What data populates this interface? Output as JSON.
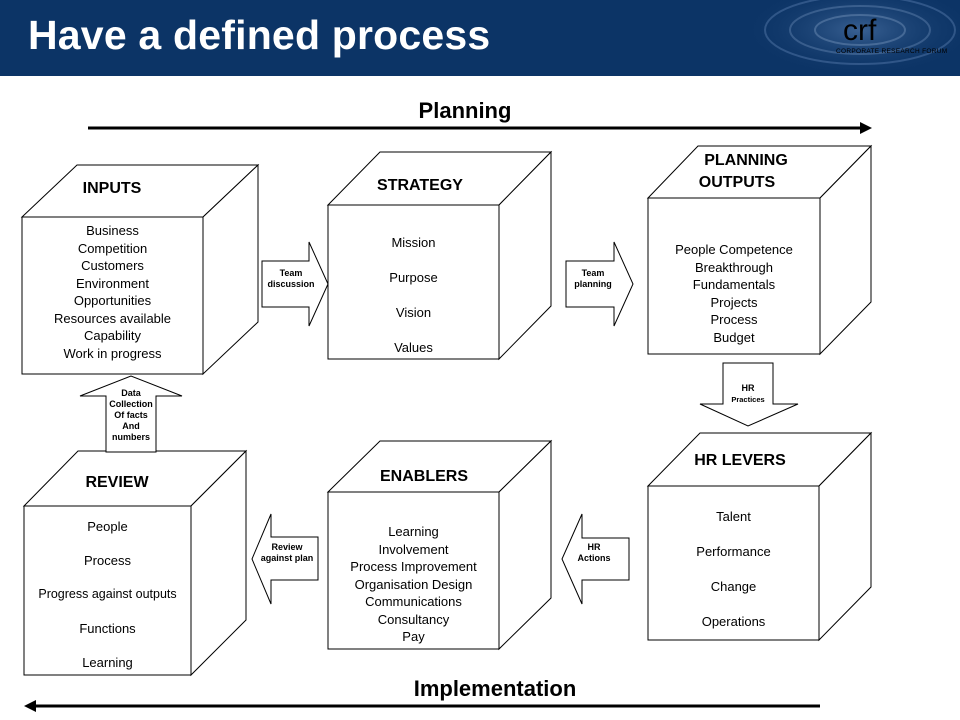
{
  "title": "Have a defined process",
  "logo": {
    "mark": "crf",
    "subtitle": "CORPORATE RESEARCH FORUM"
  },
  "planning_label": "Planning",
  "implementation_label": "Implementation",
  "boxes": {
    "inputs": {
      "title": "INPUTS",
      "items": [
        "Business",
        "Competition",
        "Customers",
        "Environment",
        "Opportunities",
        "Resources available",
        "Capability",
        "Work in progress"
      ]
    },
    "strategy": {
      "title": "STRATEGY",
      "items": [
        "Mission",
        "Purpose",
        "Vision",
        "Values"
      ]
    },
    "planning_outputs": {
      "title_line1": "PLANNING",
      "title_line2": "OUTPUTS",
      "items": [
        "People Competence",
        "Breakthrough",
        "Fundamentals",
        "Projects",
        "Process",
        "Budget"
      ]
    },
    "review": {
      "title": "REVIEW",
      "items": [
        "People",
        "Process",
        "Progress against outputs",
        "Functions",
        "Learning"
      ]
    },
    "enablers": {
      "title": "ENABLERS",
      "items": [
        "Learning",
        "Involvement",
        "Process Improvement",
        "Organisation Design",
        "Communications",
        "Consultancy",
        "Pay"
      ]
    },
    "hr_levers": {
      "title": "HR LEVERS",
      "items": [
        "Talent",
        "Performance",
        "Change",
        "Operations"
      ]
    }
  },
  "connectors": {
    "team_discussion": [
      "Team",
      "discussion"
    ],
    "team_planning": [
      "Team",
      "planning"
    ],
    "hr_practices": [
      "HR",
      "Practices"
    ],
    "hr_actions": [
      "HR",
      "Actions"
    ],
    "review_against_plan": [
      "Review",
      "against plan"
    ],
    "data_collection": [
      "Data",
      "Collection",
      "Of facts",
      "And",
      "numbers"
    ]
  }
}
